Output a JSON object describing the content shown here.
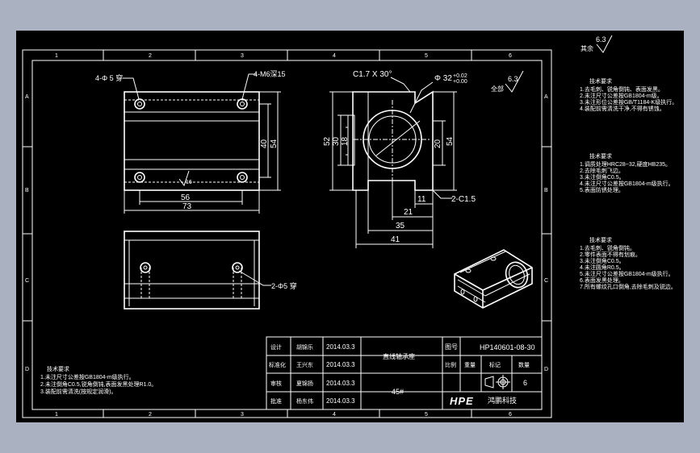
{
  "colors": {
    "background": "#aab2c1",
    "paper": "#000000",
    "line": "#ffffff"
  },
  "zones": {
    "top": [
      "1",
      "2",
      "3",
      "4",
      "5",
      "6"
    ],
    "side": [
      "A",
      "B",
      "C",
      "D"
    ]
  },
  "top_view": {
    "hole_note": "4-Φ 5 穿",
    "thread_note": "4-M6深15",
    "dim_56": "56",
    "dim_73": "73",
    "dim_40": "40",
    "dim_54": "54",
    "rough": "16"
  },
  "front_view": {
    "chamfer_note": "C1.7 X 30°",
    "bore_note": "Φ 32",
    "bore_tol_upper": "+0.02",
    "bore_tol_lower": "+0.00",
    "dim_52": "52",
    "dim_30": "30",
    "dim_18": "18",
    "dim_20": "20",
    "dim_54": "54",
    "dim_11": "11",
    "dim_21": "21",
    "dim_35": "35",
    "dim_41": "41",
    "edge_chamfer": "2-C1.5"
  },
  "side_view": {
    "hole_note": "2-Φ5 穿"
  },
  "roughness": {
    "all_label": "全部",
    "all_value": "6.3",
    "rest_label": "其余",
    "rest_value": "6.3"
  },
  "notes_group_1": {
    "title": "技术要求",
    "lines": [
      "1.去毛刺、锐角倒钝、表面发黑。",
      "2.未注尺寸公差按GB1804-m级。",
      "3.未注形位公差按GB/T1184-K级执行。",
      "4.装配前需清洗干净,不得有锈蚀。"
    ]
  },
  "notes_group_2": {
    "title": "技术要求",
    "lines": [
      "1.调质处理HRC28~32,硬度HB235。",
      "2.去除毛刺飞边。",
      "3.未注倒角C0.5。",
      "4.未注尺寸公差按GB1804-m级执行。",
      "5.表面防锈处理。"
    ]
  },
  "notes_group_3": {
    "title": "技术要求",
    "lines": [
      "1.去毛刺、锐角倒钝。",
      "2.零件表面不得有划痕。",
      "3.未注倒角C0.5。",
      "4.未注圆角R0.5。",
      "5.未注尺寸公差按GB1804-m级执行。",
      "6.表面发黑处理。",
      "7.所有螺纹孔口倒角,去除毛刺及锐边。"
    ]
  },
  "notes_bottom": {
    "title": "技术要求",
    "lines": [
      "1.未注尺寸公差按GB1804-m级执行。",
      "2.未注倒角C0.5,锐角倒钝,表面发黑处理R1.0。",
      "3.装配前需清洗(按规定润滑)。"
    ]
  },
  "title_block": {
    "designer_label": "设计",
    "designer_name": "胡锦乐",
    "designer_date": "2014.03.3",
    "checker_label": "标准化",
    "checker_name": "王兴东",
    "checker_date": "2014.03.3",
    "reviewer_label": "审核",
    "reviewer_name": "夏锦扬",
    "reviewer_date": "2014.03.3",
    "approver_label": "批准",
    "approver_name": "杨东伟",
    "approver_date": "2014.03.3",
    "part_name": "直线轴承座",
    "material": "45#",
    "drawing_no_label": "图号",
    "drawing_no": "HP140601-08-30",
    "ratio_label": "比例",
    "quantity_label": "数量",
    "mark_label": "标记",
    "weight_label": "重量",
    "count_value": "6",
    "logo_text": "HPE",
    "company": "鸿鹏科技"
  }
}
